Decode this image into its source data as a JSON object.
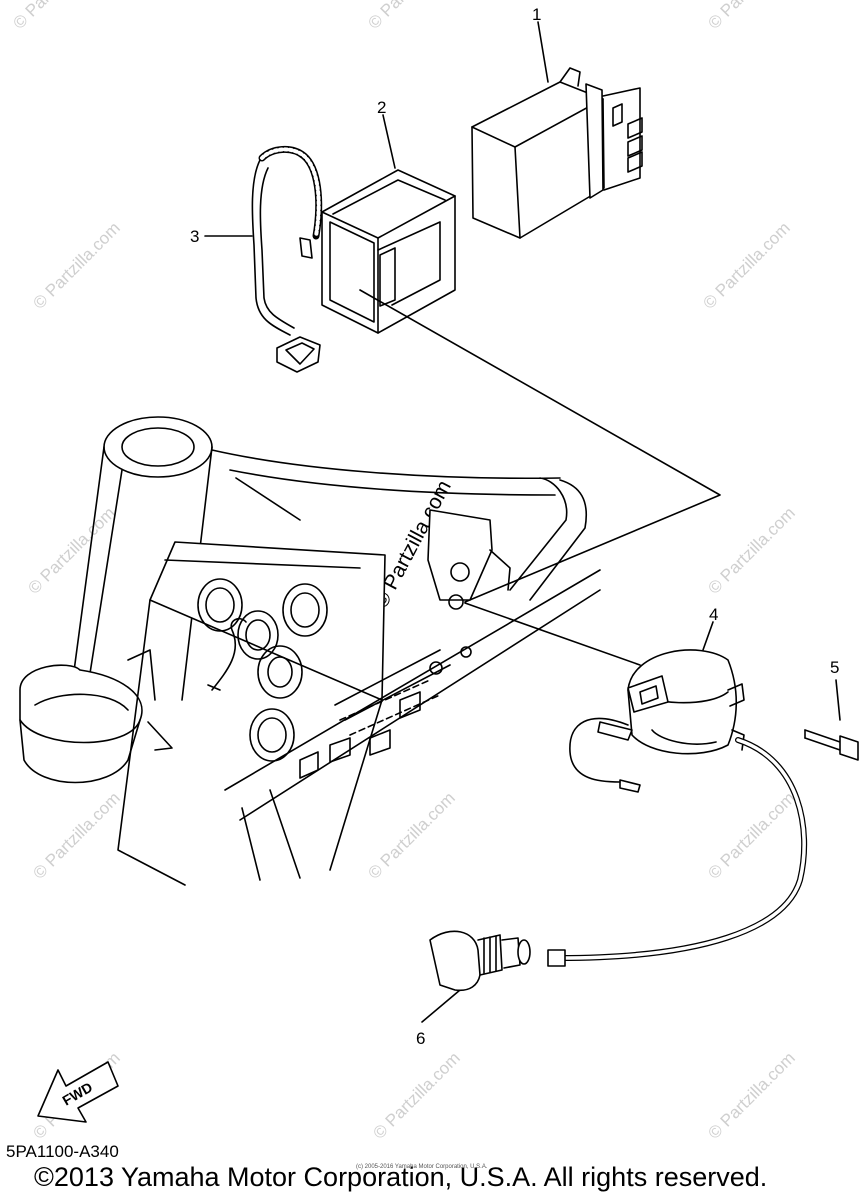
{
  "callouts": [
    "1",
    "2",
    "3",
    "4",
    "5",
    "6"
  ],
  "fwd_label": "FWD",
  "diagram_code": "5PA1100-A340",
  "copyright": "©2013 Yamaha Motor Corporation, U.S.A. All rights reserved.",
  "fine_print": "(c) 2005-2016 Yamaha Motor Corporation, U.S.A.",
  "watermark": "© Partzilla.com",
  "colors": {
    "line": "#000000",
    "watermark": "#cfcfcf",
    "background": "#ffffff"
  }
}
